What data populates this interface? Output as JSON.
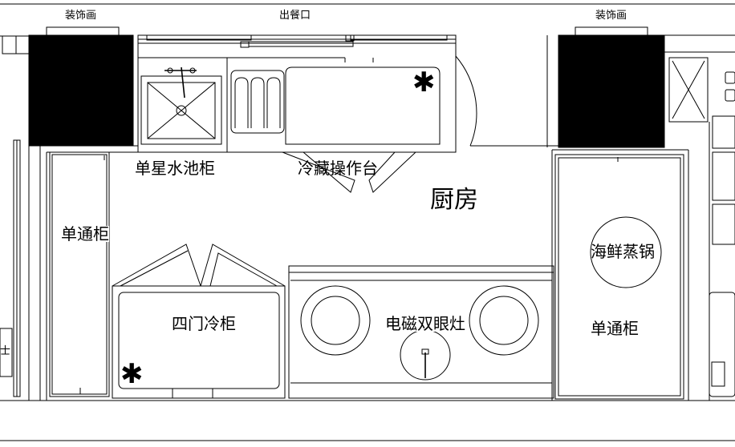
{
  "labels": {
    "decor_left": "装饰画",
    "serving_window": "出餐口",
    "decor_right": "装饰画",
    "sink_cabinet": "单星水池柜",
    "fridge_workbench": "冷藏操作台",
    "kitchen": "厨房",
    "left_cabinet": "单通柜",
    "four_door_fridge": "四门冷柜",
    "induction_stove": "电磁双眼灶",
    "seafood_steamer": "海鲜蒸锅",
    "right_cabinet": "单通柜",
    "edge_char": "士"
  },
  "markers": {
    "asterisk": "✱"
  }
}
